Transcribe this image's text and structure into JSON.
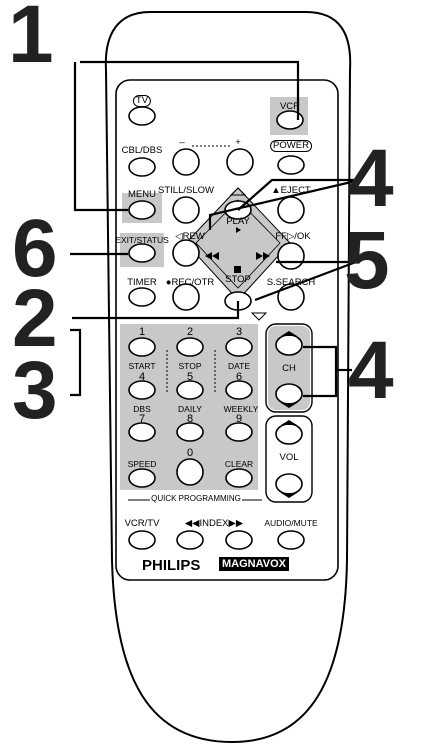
{
  "callouts": {
    "n1": "1",
    "n6": "6",
    "n2": "2",
    "n3": "3",
    "n4a": "4",
    "n5": "5",
    "n4b": "4"
  },
  "labels": {
    "tv": "TV",
    "vcr": "VCR",
    "cbl_dbs": "CBL/DBS",
    "minus": "–",
    "plus": "+",
    "power": "POWER",
    "menu": "MENU",
    "still_slow": "STILL/SLOW",
    "eject": "▲EJECT",
    "play": "PLAY",
    "exit_status": "EXIT/STATUS",
    "rew": "◁REW",
    "ff_ok": "FF▷/OK",
    "stop": "STOP",
    "timer": "TIMER",
    "rec_otr": "●REC/OTR",
    "s_search": "S.SEARCH",
    "k1": "1",
    "k2": "2",
    "k3": "3",
    "start": "START",
    "stop_key": "STOP",
    "date": "DATE",
    "k4": "4",
    "k5": "5",
    "k6": "6",
    "dbs": "DBS",
    "daily": "DAILY",
    "weekly": "WEEKLY",
    "k7": "7",
    "k8": "8",
    "k9": "9",
    "speed": "SPEED",
    "k0": "0",
    "clear": "CLEAR",
    "quick_programming": "QUICK PROGRAMMING",
    "ch": "CH",
    "vol": "VOL",
    "vcr_tv": "VCR/TV",
    "index": "◀◀INDEX▶▶",
    "audio_mute": "AUDIO/MUTE",
    "philips": "PHILIPS",
    "magnavox": "MAGNAVOX"
  }
}
